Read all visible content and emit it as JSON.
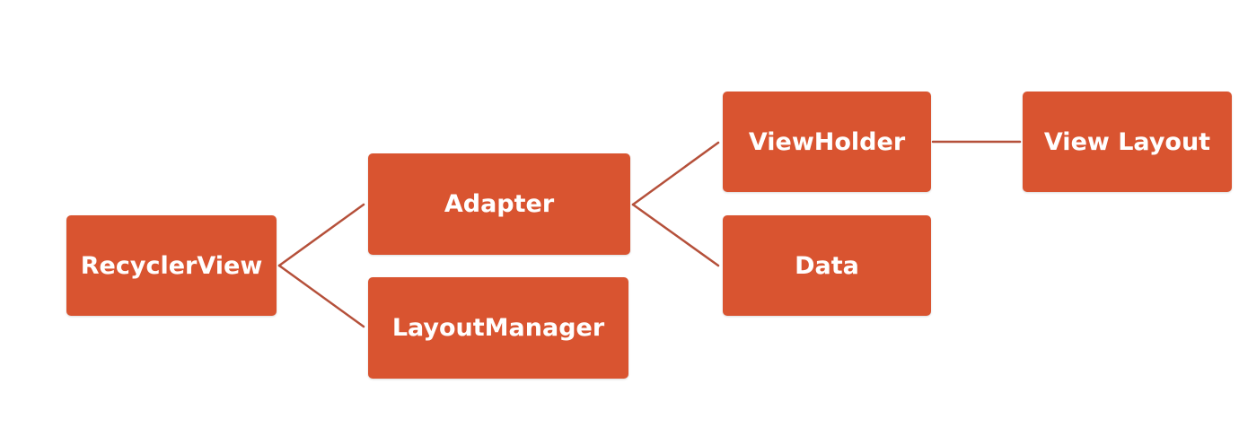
{
  "diagram": {
    "box_color": "#d95430",
    "line_color": "#b5503a",
    "nodes": {
      "recyclerview": "RecyclerView",
      "adapter": "Adapter",
      "layoutmanager": "LayoutManager",
      "viewholder": "ViewHolder",
      "data": "Data",
      "viewlayout": "View Layout"
    },
    "edges": [
      [
        "recyclerview",
        "adapter"
      ],
      [
        "recyclerview",
        "layoutmanager"
      ],
      [
        "adapter",
        "viewholder"
      ],
      [
        "adapter",
        "data"
      ],
      [
        "viewholder",
        "viewlayout"
      ]
    ]
  }
}
